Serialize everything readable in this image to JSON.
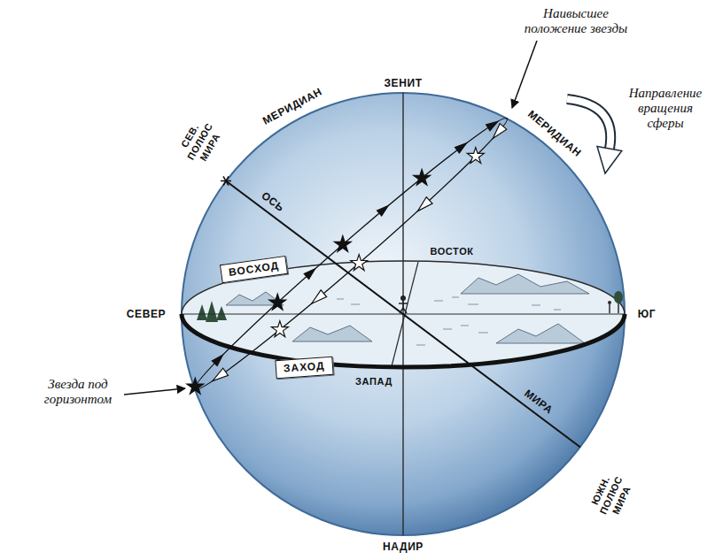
{
  "diagram": {
    "nodes": [
      {
        "text": [
          "ВОСХОД"
        ]
      },
      {
        "text": [
          "ЗАХОД"
        ]
      }
    ],
    "labels": [
      "Наивысшее положение звезды",
      "ЗЕНИТ",
      "МЕРИДИАН",
      "МЕРИДИАН",
      "Направление вращения сферы",
      "СЕВ. ПОЛЮС МИРА",
      "ОСЬ",
      "ВОСТОК",
      "СЕВЕР",
      "ЮГ",
      "ЗАПАД",
      "Звезда под горизонтом",
      "МИРА",
      "ЮЖН. ПОЛЮС МИРА",
      "НАДИР"
    ]
  }
}
